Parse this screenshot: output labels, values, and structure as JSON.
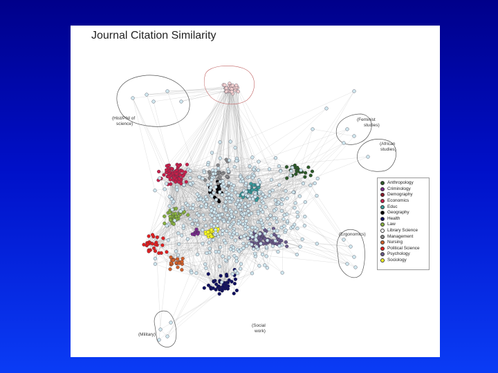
{
  "slide": {
    "title": "Journal Citation Similarity"
  },
  "cluster_labels": {
    "hist_phil": [
      "(Hist/Phil of",
      "science)"
    ],
    "feminist": [
      "(Feminist",
      "studies)"
    ],
    "african": [
      "(African",
      "studies)"
    ],
    "ergonomics": [
      "(Ergonomics)"
    ],
    "social_work": [
      "(Social",
      "work)"
    ],
    "military": [
      "(Military)"
    ]
  },
  "legend": [
    {
      "label": "Anthropology",
      "color": "#2d5a27"
    },
    {
      "label": "Criminology",
      "color": "#7a2a8a"
    },
    {
      "label": "Demography",
      "color": "#8b1a2a"
    },
    {
      "label": "Economics",
      "color": "#c8204a"
    },
    {
      "label": "Educ",
      "color": "#3a9a9a"
    },
    {
      "label": "Geography",
      "color": "#000000"
    },
    {
      "label": "Health",
      "color": "#101060"
    },
    {
      "label": "Law",
      "color": "#88b040"
    },
    {
      "label": "Library Science",
      "color": "#ffffff"
    },
    {
      "label": "Management",
      "color": "#888888"
    },
    {
      "label": "Nursing",
      "color": "#d0602a"
    },
    {
      "label": "Political Science",
      "color": "#e02020"
    },
    {
      "label": "Psychology",
      "color": "#6a5a8a"
    },
    {
      "label": "Sociology",
      "color": "#ffff20"
    }
  ],
  "colors": {
    "background_top": "#00008a",
    "background_bottom": "#0a3cf5",
    "panel": "#ffffff",
    "default_node": "#cfe6ee",
    "edge": "#9a9a9a"
  }
}
